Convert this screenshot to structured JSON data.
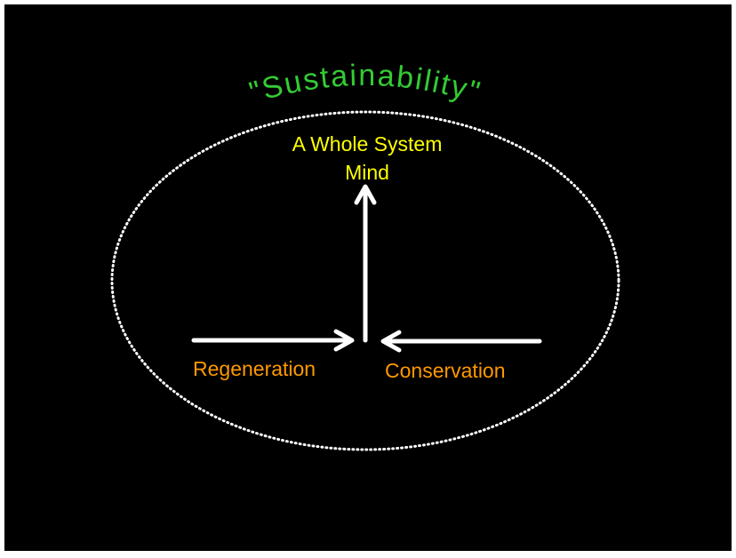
{
  "title": "\"Sustainability\"",
  "center_label": {
    "line1": "A Whole System",
    "line2": "Mind"
  },
  "left_label": "Regeneration",
  "right_label": "Conservation",
  "colors": {
    "background": "#000000",
    "title": "#33cc33",
    "center_label": "#ffff00",
    "side_labels": "#ff9900",
    "arrows": "#ffffff",
    "ellipse": "#ffffff"
  }
}
